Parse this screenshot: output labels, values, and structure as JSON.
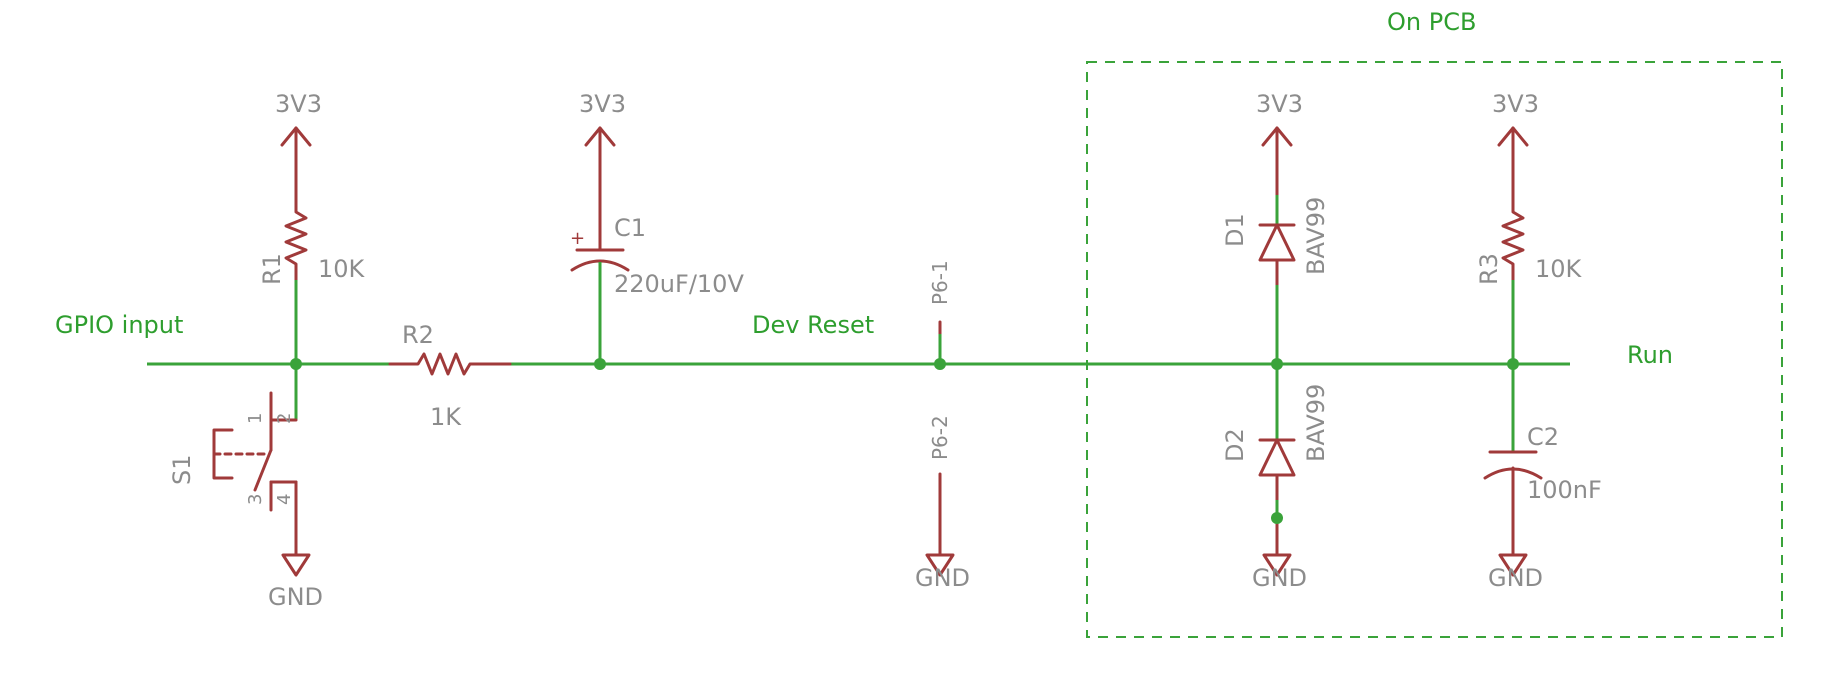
{
  "colors": {
    "wire": "#3aa33a",
    "component": "#a03a3a",
    "label_grey": "#8c8c8c",
    "label_green": "#2e9e2e"
  },
  "nets": {
    "gpio_input": "GPIO input",
    "dev_reset": "Dev Reset",
    "run": "Run"
  },
  "box_label": "On PCB",
  "power": {
    "supply": "3V3",
    "ground": "GND"
  },
  "components": {
    "r1": {
      "ref": "R1",
      "value": "10K"
    },
    "r2": {
      "ref": "R2",
      "value": "1K"
    },
    "r3": {
      "ref": "R3",
      "value": "10K"
    },
    "c1": {
      "ref": "C1",
      "value": "220uF/10V",
      "polarity": "+"
    },
    "c2": {
      "ref": "C2",
      "value": "100nF"
    },
    "d1": {
      "ref": "D1",
      "value": "BAV99"
    },
    "d2": {
      "ref": "D2",
      "value": "BAV99"
    },
    "s1": {
      "ref": "S1",
      "pins": [
        "1",
        "2",
        "3",
        "4"
      ]
    },
    "p6_1": {
      "ref": "P6-1"
    },
    "p6_2": {
      "ref": "P6-2"
    }
  }
}
